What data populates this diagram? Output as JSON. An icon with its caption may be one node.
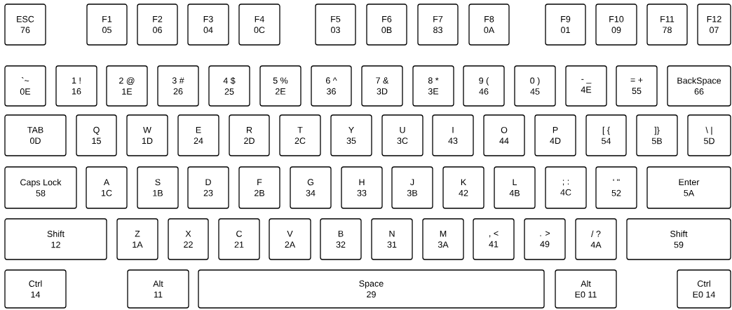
{
  "diagram": {
    "nodes": [
      {
        "text": [
          "ESC",
          "76"
        ]
      },
      {
        "text": [
          "F1",
          "05"
        ]
      },
      {
        "text": [
          "F2",
          "06"
        ]
      },
      {
        "text": [
          "F3",
          "04"
        ]
      },
      {
        "text": [
          "F4",
          "0C"
        ]
      },
      {
        "text": [
          "F5",
          "03"
        ]
      },
      {
        "text": [
          "F6",
          "0B"
        ]
      },
      {
        "text": [
          "F7",
          "83"
        ]
      },
      {
        "text": [
          "F8",
          "0A"
        ]
      },
      {
        "text": [
          "F9",
          "01"
        ]
      },
      {
        "text": [
          "F10",
          "09"
        ]
      },
      {
        "text": [
          "F11",
          "78"
        ]
      },
      {
        "text": [
          "F12",
          "07"
        ]
      },
      {
        "text": [
          "`~",
          "0E"
        ]
      },
      {
        "text": [
          "1 !",
          "16"
        ]
      },
      {
        "text": [
          "2 @",
          "1E"
        ]
      },
      {
        "text": [
          "3 #",
          "26"
        ]
      },
      {
        "text": [
          "4 $",
          "25"
        ]
      },
      {
        "text": [
          "5 %",
          "2E"
        ]
      },
      {
        "text": [
          "6 ^",
          "36"
        ]
      },
      {
        "text": [
          "7 &",
          "3D"
        ]
      },
      {
        "text": [
          "8 *",
          "3E"
        ]
      },
      {
        "text": [
          "9 (",
          "46"
        ]
      },
      {
        "text": [
          "0 )",
          "45"
        ]
      },
      {
        "text": [
          "- _",
          "4E"
        ]
      },
      {
        "text": [
          "= +",
          "55"
        ]
      },
      {
        "text": [
          "BackSpace",
          "66"
        ]
      },
      {
        "text": [
          "TAB",
          "0D"
        ]
      },
      {
        "text": [
          "Q",
          "15"
        ]
      },
      {
        "text": [
          "W",
          "1D"
        ]
      },
      {
        "text": [
          "E",
          "24"
        ]
      },
      {
        "text": [
          "R",
          "2D"
        ]
      },
      {
        "text": [
          "T",
          "2C"
        ]
      },
      {
        "text": [
          "Y",
          "35"
        ]
      },
      {
        "text": [
          "U",
          "3C"
        ]
      },
      {
        "text": [
          "I",
          "43"
        ]
      },
      {
        "text": [
          "O",
          "44"
        ]
      },
      {
        "text": [
          "P",
          "4D"
        ]
      },
      {
        "text": [
          "[ {",
          "54"
        ]
      },
      {
        "text": [
          "]}",
          "5B"
        ]
      },
      {
        "text": [
          "\\ |",
          "5D"
        ]
      },
      {
        "text": [
          "Caps Lock",
          "58"
        ]
      },
      {
        "text": [
          "A",
          "1C"
        ]
      },
      {
        "text": [
          "S",
          "1B"
        ]
      },
      {
        "text": [
          "D",
          "23"
        ]
      },
      {
        "text": [
          "F",
          "2B"
        ]
      },
      {
        "text": [
          "G",
          "34"
        ]
      },
      {
        "text": [
          "H",
          "33"
        ]
      },
      {
        "text": [
          "J",
          "3B"
        ]
      },
      {
        "text": [
          "K",
          "42"
        ]
      },
      {
        "text": [
          "L",
          "4B"
        ]
      },
      {
        "text": [
          "; :",
          "4C"
        ]
      },
      {
        "text": [
          "' \"",
          "52"
        ]
      },
      {
        "text": [
          "Enter",
          "5A"
        ]
      },
      {
        "text": [
          "Shift",
          "12"
        ]
      },
      {
        "text": [
          "Z",
          "1A"
        ]
      },
      {
        "text": [
          "X",
          "22"
        ]
      },
      {
        "text": [
          "C",
          "21"
        ]
      },
      {
        "text": [
          "V",
          "2A"
        ]
      },
      {
        "text": [
          "B",
          "32"
        ]
      },
      {
        "text": [
          "N",
          "31"
        ]
      },
      {
        "text": [
          "M",
          "3A"
        ]
      },
      {
        "text": [
          ", <",
          "41"
        ]
      },
      {
        "text": [
          ". >",
          "49"
        ]
      },
      {
        "text": [
          "/ ?",
          "4A"
        ]
      },
      {
        "text": [
          "Shift",
          "59"
        ]
      },
      {
        "text": [
          "Ctrl",
          "14"
        ]
      },
      {
        "text": [
          "Alt",
          "11"
        ]
      },
      {
        "text": [
          "Space",
          "29"
        ]
      },
      {
        "text": [
          "Alt",
          "E0 11"
        ]
      },
      {
        "text": [
          "Ctrl",
          "E0 14"
        ]
      }
    ]
  }
}
